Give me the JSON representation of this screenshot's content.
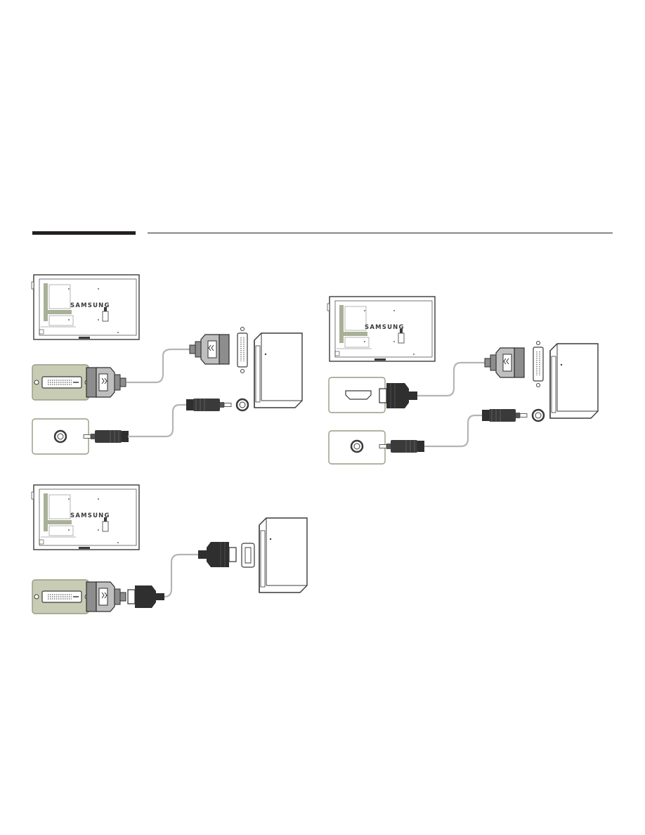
{
  "page": {
    "background": "#ffffff",
    "rule_color": "#231f20",
    "title": ""
  },
  "colors": {
    "panel_stroke": "#3a3a3a",
    "port_highlight": "#c8ccb4",
    "port_border": "#9a9a82",
    "panel_green": "#a9b098",
    "plug_grey": "#8d8d8d",
    "plug_dark": "#2f2f2f",
    "cable": "#b5b5b5"
  },
  "diagrams": [
    {
      "id": "dvi-to-dvi",
      "monitor_brand": "SAMSUNG",
      "monitor_port": "dvi",
      "source_port": "dvi",
      "audio": true,
      "icons": [
        "monitor-back-panel-icon",
        "dvi-port-icon",
        "dvi-cable-icon",
        "pc-tower-icon",
        "audio-port-icon",
        "stereo-cable-icon"
      ]
    },
    {
      "id": "hdmi-to-dvi",
      "monitor_brand": "SAMSUNG",
      "monitor_port": "hdmi",
      "source_port": "dvi",
      "audio": true,
      "icons": [
        "monitor-back-panel-icon",
        "hdmi-port-icon",
        "hdmi-dvi-cable-icon",
        "pc-tower-icon",
        "audio-port-icon",
        "stereo-cable-icon"
      ]
    },
    {
      "id": "dvi-to-hdmi",
      "monitor_brand": "SAMSUNG",
      "monitor_port": "dvi",
      "source_port": "hdmi",
      "audio": false,
      "icons": [
        "monitor-back-panel-icon",
        "dvi-port-icon",
        "dvi-hdmi-cable-icon",
        "pc-tower-icon"
      ]
    }
  ]
}
